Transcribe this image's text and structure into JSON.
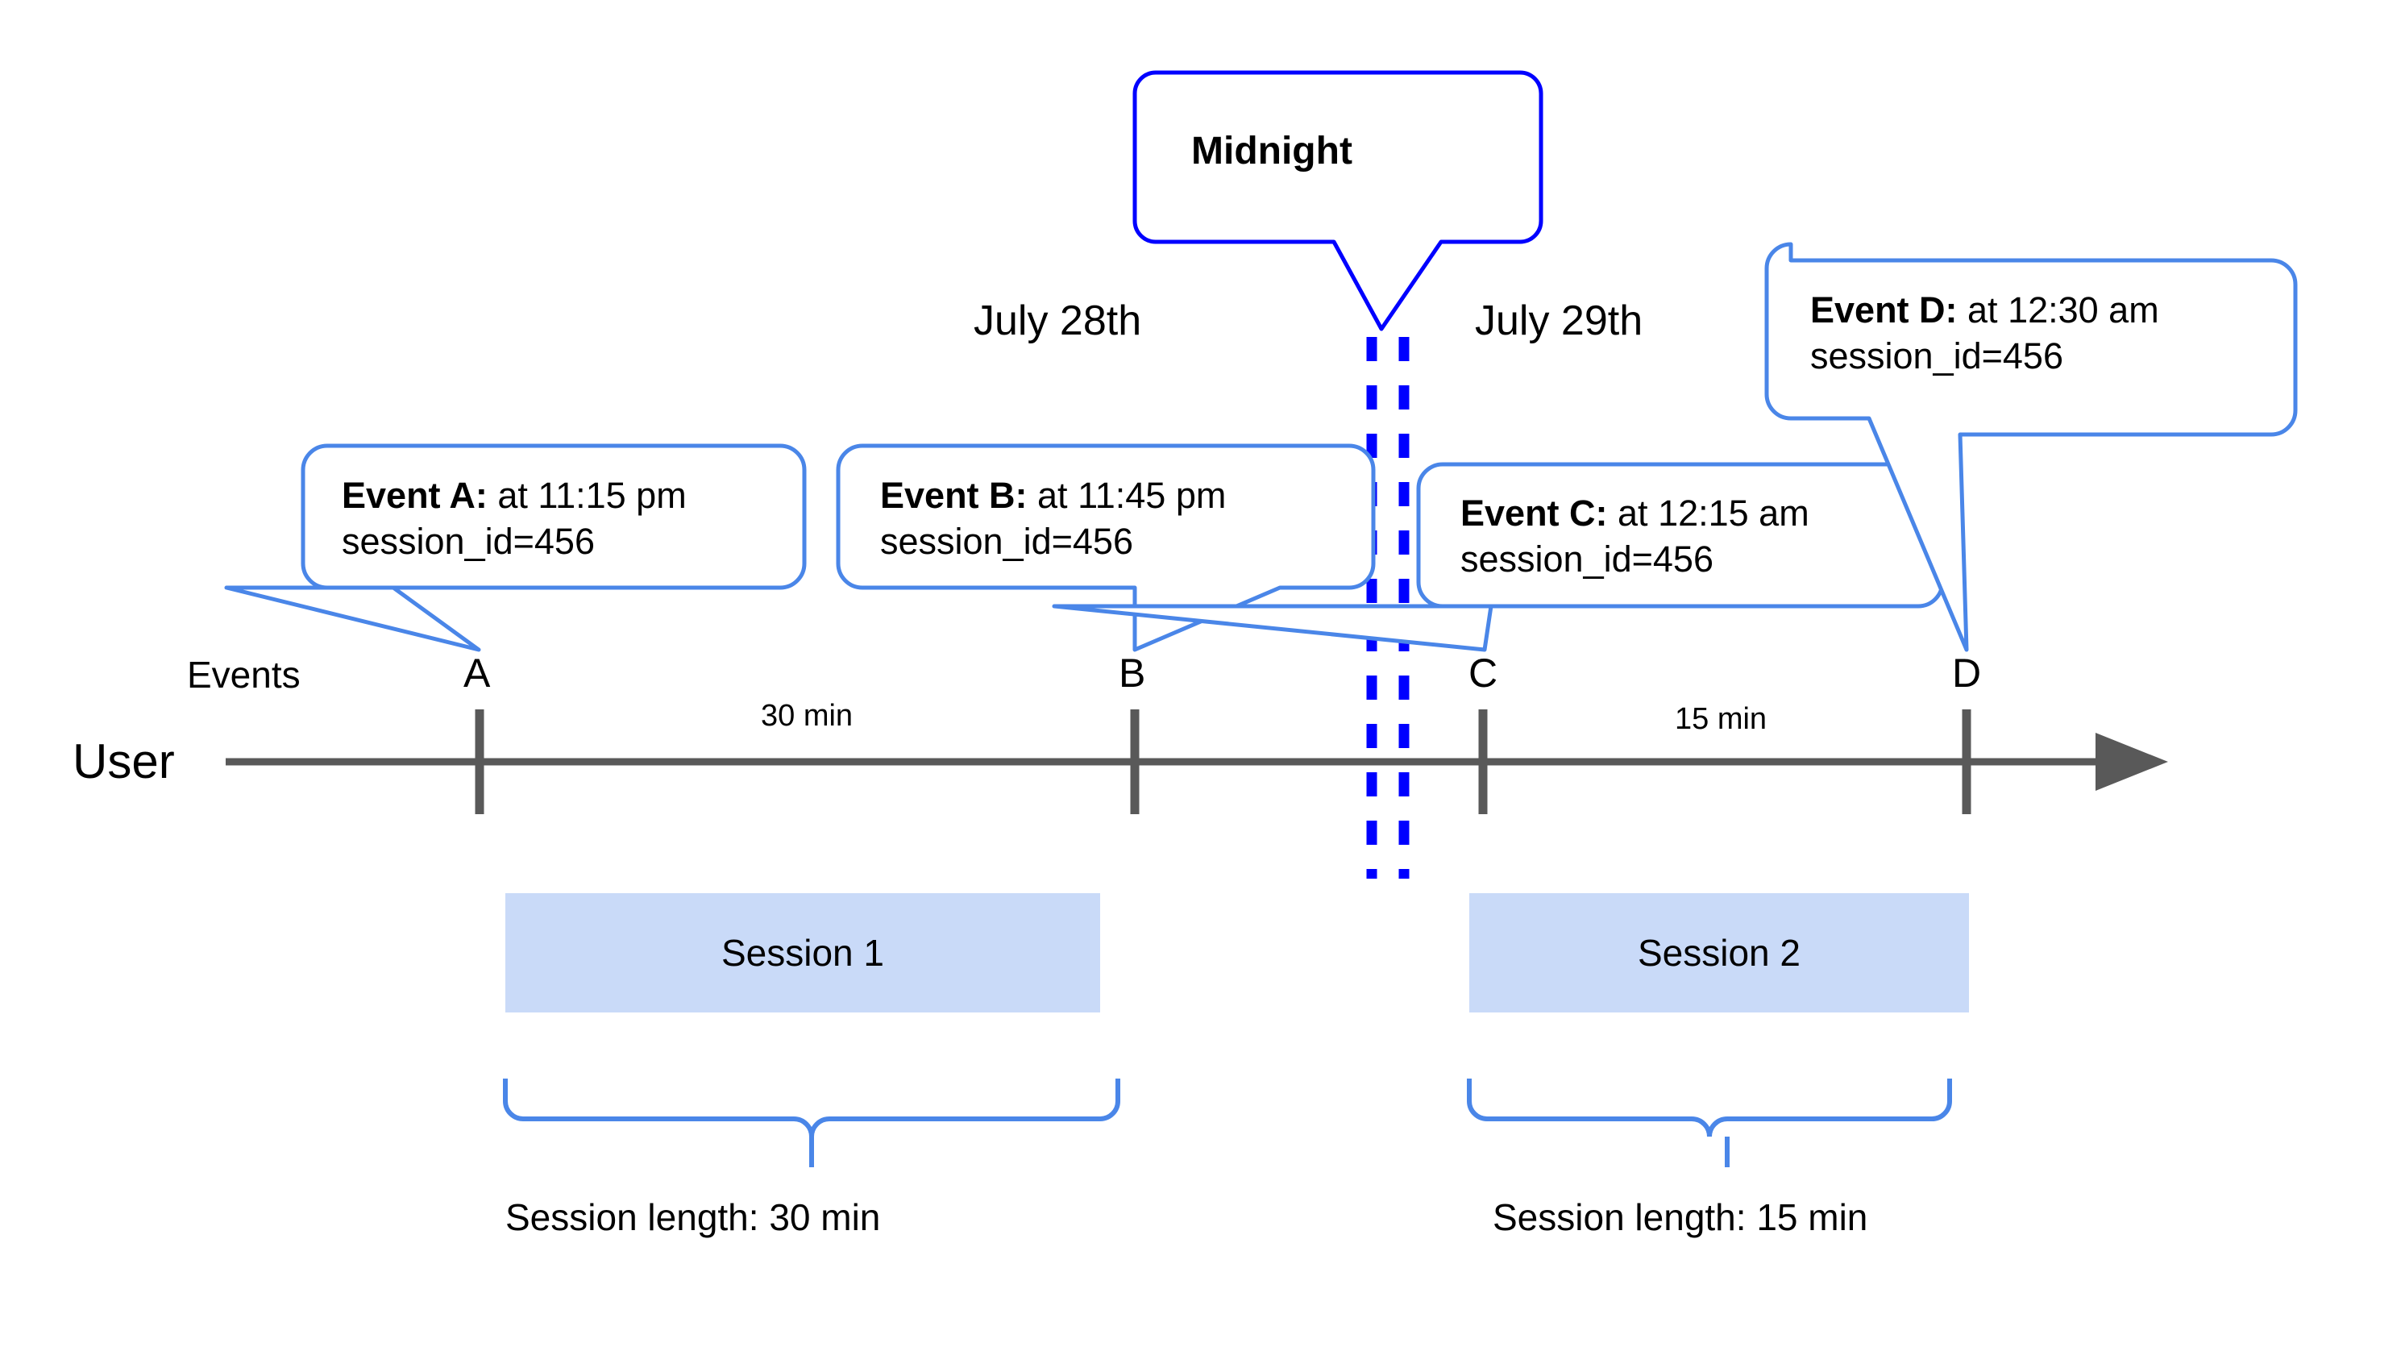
{
  "diagram": {
    "title": "User session timeline across midnight",
    "colors": {
      "callout_border": "#4a86e8",
      "midnight_border": "#0000ff",
      "midnight_dash": "#0000ff",
      "axis": "#595959",
      "session_fill": "#c9daf8",
      "brace": "#4a86e8",
      "text": "#000000",
      "background": "#ffffff"
    }
  },
  "axis": {
    "row_label": "User",
    "events_label": "Events"
  },
  "midnight": {
    "label": "Midnight"
  },
  "dates": [
    {
      "label": "July 28th"
    },
    {
      "label": "July 29th"
    }
  ],
  "events": [
    {
      "tick_label": "A",
      "bold": "Event A:",
      "rest": " at 11:15 pm",
      "line2": "session_id=456"
    },
    {
      "tick_label": "B",
      "bold": "Event B:",
      "rest": " at 11:45 pm",
      "line2": "session_id=456"
    },
    {
      "tick_label": "C",
      "bold": "Event C:",
      "rest": " at 12:15 am",
      "line2": "session_id=456"
    },
    {
      "tick_label": "D",
      "bold": "Event D:",
      "rest": " at 12:30 am",
      "line2": "session_id=456"
    }
  ],
  "durations": [
    {
      "label": "30 min"
    },
    {
      "label": "15 min"
    }
  ],
  "sessions": [
    {
      "bar_label": "Session 1",
      "length_label": "Session length: 30 min"
    },
    {
      "bar_label": "Session 2",
      "length_label": "Session length: 15 min"
    }
  ]
}
